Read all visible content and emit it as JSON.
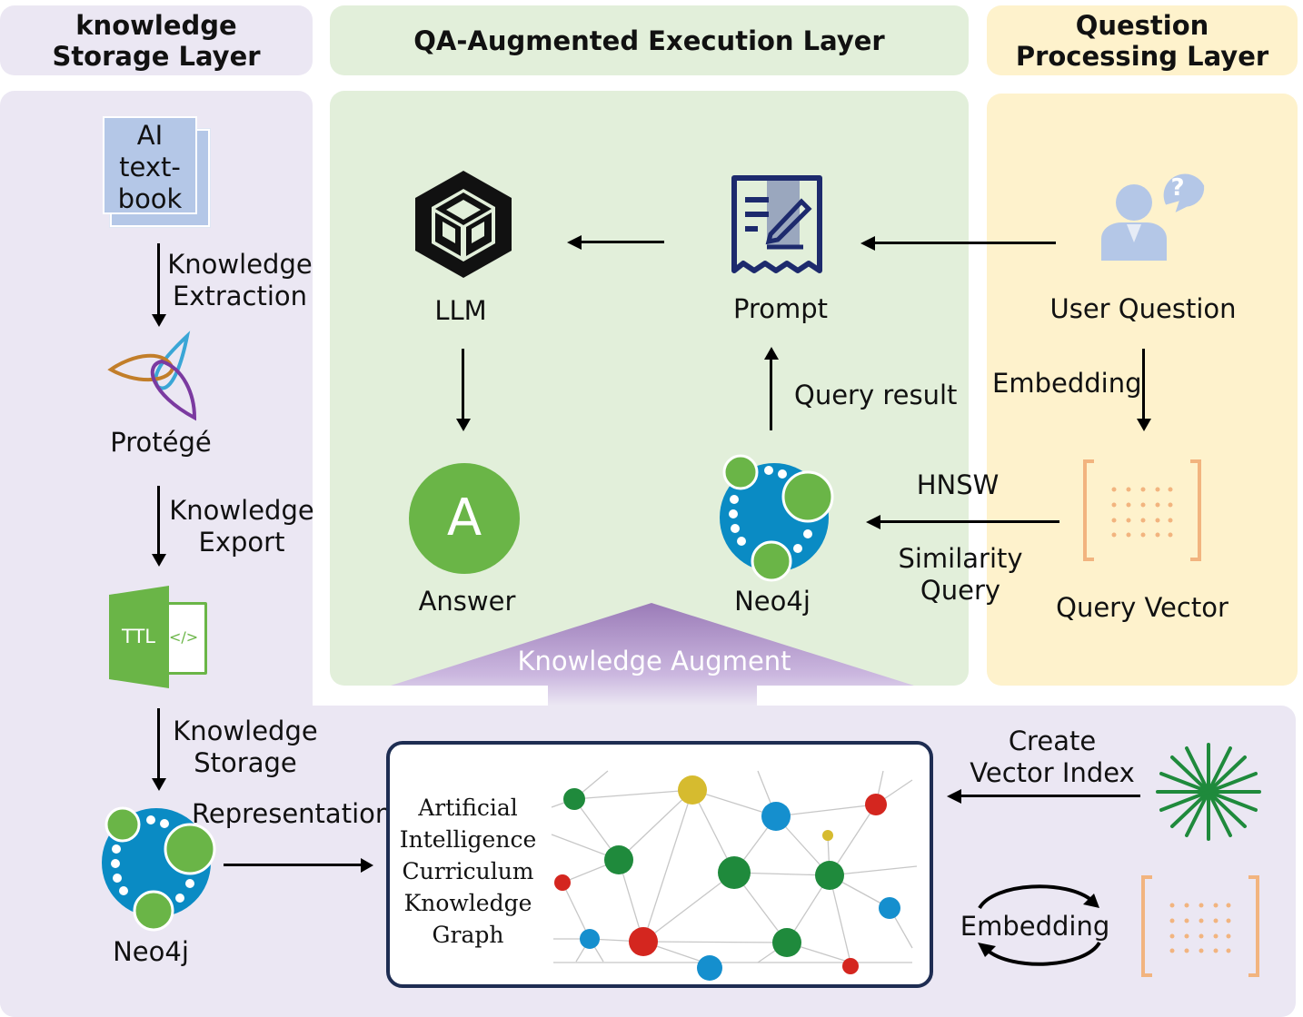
{
  "headers": {
    "storage": "knowledge Storage Layer",
    "execution": "QA-Augmented Execution Layer",
    "question": "Question Processing Layer"
  },
  "storage_layer": {
    "textbook": "AI text-book",
    "knowledge_extraction": "Knowledge Extraction",
    "protege": "Protégé",
    "knowledge_export": "Knowledge Export",
    "ttl": "TTL",
    "ttl_code": "</>",
    "knowledge_storage": "Knowledge Storage",
    "neo4j": "Neo4j",
    "representation": "Representation"
  },
  "execution_layer": {
    "llm": "LLM",
    "prompt": "Prompt",
    "answer_letter": "A",
    "answer": "Answer",
    "query_result": "Query result",
    "neo4j": "Neo4j",
    "knowledge_augment": "Knowledge Augment"
  },
  "question_layer": {
    "user_question": "User Question",
    "embedding": "Embedding",
    "hnsw": "HNSW",
    "similarity_query": "Similarity Query",
    "query_vector": "Query Vector"
  },
  "bottom": {
    "kg_title": "Artificial Intelligence Curriculum Knowledge Graph",
    "create_vector_index": "Create Vector Index",
    "embedding": "Embedding"
  },
  "colors": {
    "storage_bg": "#ebe7f3",
    "execution_bg": "#e2efda",
    "question_bg": "#fef2cc",
    "green": "#6ab547",
    "neo4j_blue": "#0a8bc4",
    "orange_vector": "#f2b47f",
    "purple_augment": "#9b7cb8"
  }
}
